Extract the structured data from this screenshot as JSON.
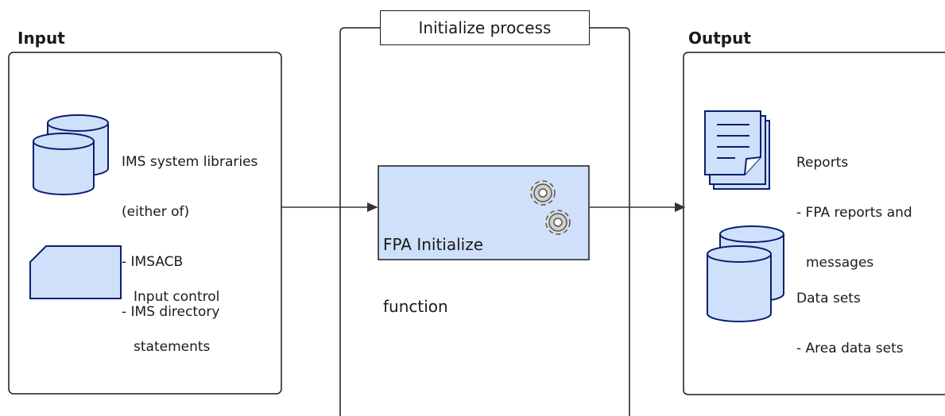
{
  "input": {
    "heading": "Input",
    "libraries": {
      "title": "IMS system libraries",
      "line2": "(either of)",
      "items": [
        "- IMSACB",
        "- IMS directory"
      ]
    },
    "control": {
      "line1": "Input control",
      "line2": "statements"
    }
  },
  "process": {
    "title": "Initialize process",
    "function": {
      "line1": "FPA Initialize",
      "line2": "function"
    }
  },
  "output": {
    "heading": "Output",
    "reports": {
      "title": "Reports",
      "line1": "- FPA reports and",
      "line2": "messages"
    },
    "datasets": {
      "title": "Data sets",
      "line1": "- Area data sets"
    }
  },
  "colors": {
    "fill": "#cfe0fb",
    "stroke": "#0a1f6e",
    "frame": "#1a1a1a",
    "arrow": "#333333"
  }
}
